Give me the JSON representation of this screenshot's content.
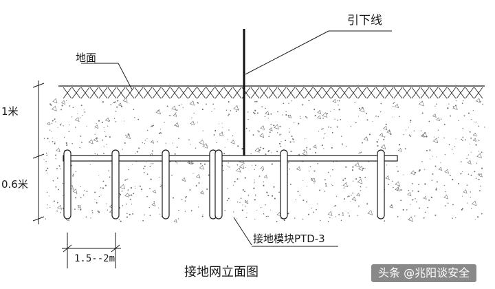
{
  "labels": {
    "down_lead": "引下线",
    "ground_surface": "地面",
    "depth_1": "1米",
    "depth_2": "0.6米",
    "module": "接地模块PTD-3",
    "spacing": "1.5--2m",
    "title": "接地网立面图",
    "watermark": "头条 @兆阳谈安全"
  },
  "colors": {
    "line": "#1a1a1a",
    "soil_speckle": "#6b6b6b",
    "background": "#ffffff"
  }
}
